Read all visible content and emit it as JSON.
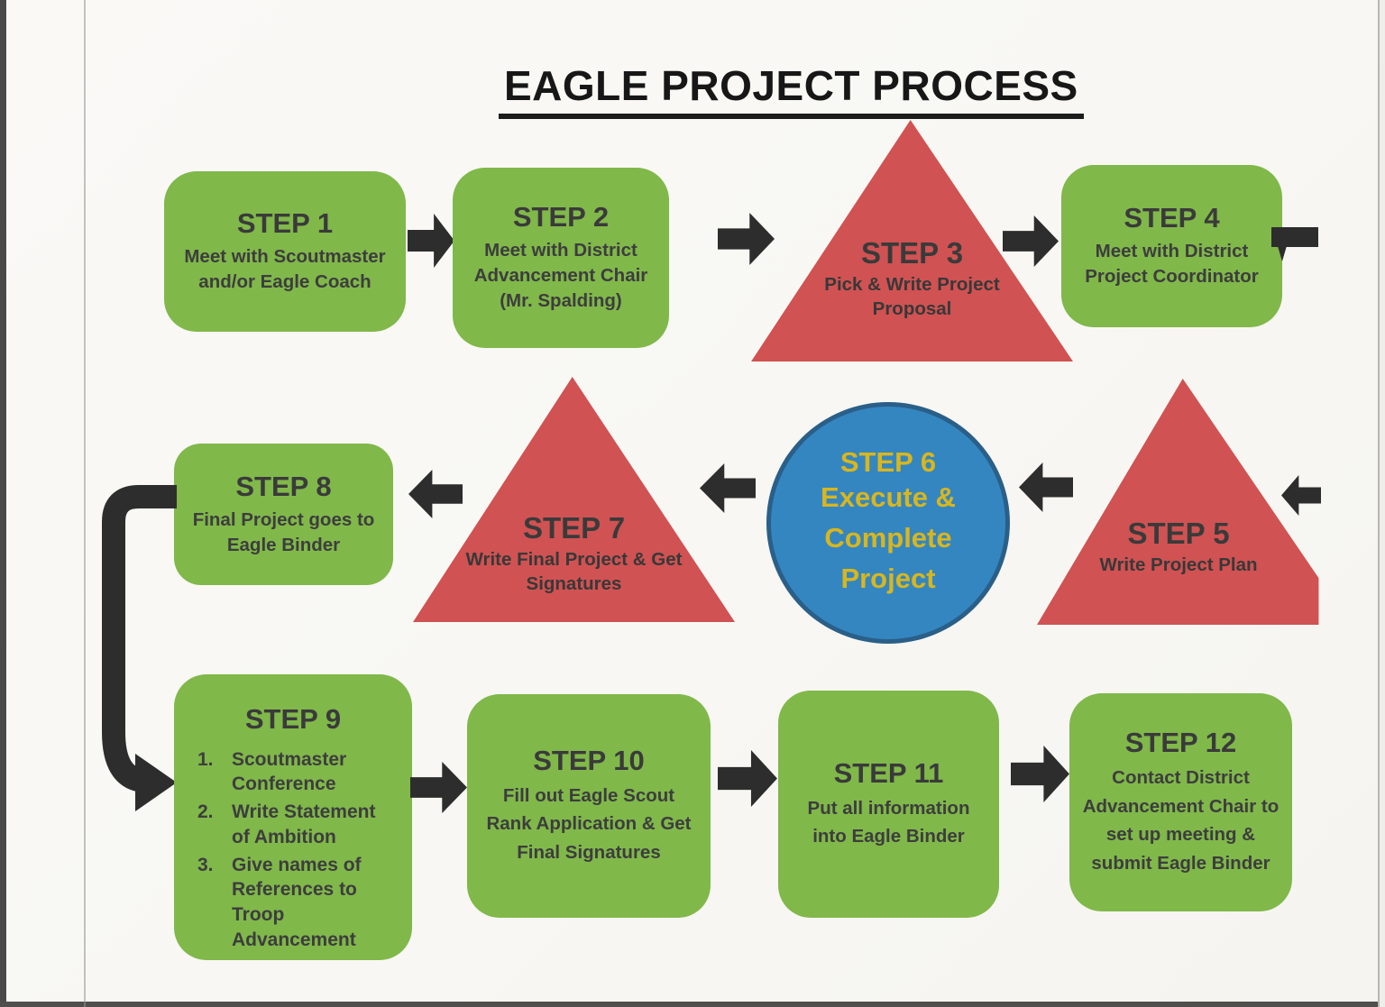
{
  "title": "EAGLE PROJECT PROCESS",
  "steps": [
    {
      "label": "STEP 1",
      "body": "Meet with Scoutmaster and/or Eagle Coach",
      "shape": "green-box"
    },
    {
      "label": "STEP 2",
      "body": "Meet with District Advancement Chair (Mr. Spalding)",
      "shape": "green-box"
    },
    {
      "label": "STEP 3",
      "body": "Pick & Write Project Proposal",
      "shape": "red-triangle"
    },
    {
      "label": "STEP 4",
      "body": "Meet with District Project Coordinator",
      "shape": "green-box"
    },
    {
      "label": "STEP 5",
      "body": "Write Project Plan",
      "shape": "red-triangle"
    },
    {
      "label": "STEP 6",
      "body": "Execute & Complete Project",
      "shape": "blue-circle"
    },
    {
      "label": "STEP 7",
      "body": "Write Final Project & Get Signatures",
      "shape": "red-triangle"
    },
    {
      "label": "STEP 8",
      "body": "Final Project goes to Eagle Binder",
      "shape": "green-box"
    },
    {
      "label": "STEP 9",
      "shape": "green-box",
      "items": [
        {
          "num": "1.",
          "text": "Scoutmaster Conference"
        },
        {
          "num": "2.",
          "text": "Write Statement of Ambition"
        },
        {
          "num": "3.",
          "text": "Give names of References to Troop Advancement"
        }
      ]
    },
    {
      "label": "STEP 10",
      "body": "Fill out Eagle Scout Rank Application & Get Final Signatures",
      "shape": "green-box"
    },
    {
      "label": "STEP 11",
      "body": "Put all information into Eagle Binder",
      "shape": "green-box"
    },
    {
      "label": "STEP 12",
      "body": "Contact District Advancement Chair to set up meeting & submit Eagle Binder",
      "shape": "green-box"
    }
  ],
  "colors": {
    "box_green": "#80b84a",
    "triangle_red": "#d05252",
    "circle_blue": "#3486c1",
    "circle_border": "#2a5f88",
    "circle_text_yellow": "#d8b61e",
    "arrow_black": "#2d2d2d",
    "text_dark": "#3d3d3d"
  },
  "icons": {
    "arrow_right": "block arrow pointing right",
    "arrow_left": "block arrow pointing left",
    "arrow_elbow": "elbow arrow down from STEP 8 to STEP 9",
    "arrow_stub": "clipped arrow stub at right page edge after STEP 4"
  }
}
